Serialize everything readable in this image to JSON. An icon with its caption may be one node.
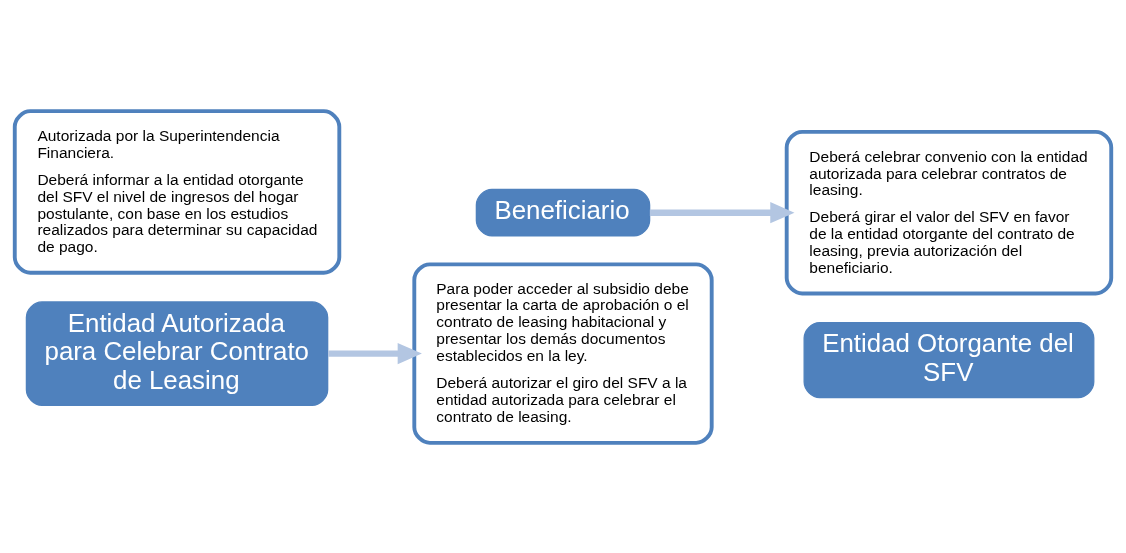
{
  "diagram": {
    "nodes": [
      {
        "text": [
          "Autorizada por la Superintendencia Financiera.",
          "Deberá informar a la entidad otorgante del SFV el nivel de ingresos del hogar postulante, con base en los estudios realizados para determinar su capacidad de pago."
        ]
      },
      {
        "text": [
          "Entidad Autorizada para Celebrar Contrato de Leasing"
        ]
      },
      {
        "text": [
          "Beneficiario"
        ]
      },
      {
        "text": [
          "Para poder acceder al subsidio debe presentar la carta de aprobación o el contrato de leasing habitacional y presentar los demás documentos establecidos en la ley.",
          "Deberá autorizar el giro del SFV a la entidad autorizada para celebrar el contrato de leasing."
        ]
      },
      {
        "text": [
          "Deberá celebrar convenio con la entidad autorizada para celebrar contratos de leasing.",
          "Deberá girar el valor del SFV en favor de la entidad otorgante del contrato de leasing, previa autorización del beneficiario."
        ]
      },
      {
        "text": [
          "Entidad Otorgante del SFV"
        ]
      }
    ],
    "edges": [
      {
        "from": 1,
        "to": 3,
        "arrow": "to"
      },
      {
        "from": 2,
        "to": 4,
        "arrow": "to"
      }
    ]
  }
}
